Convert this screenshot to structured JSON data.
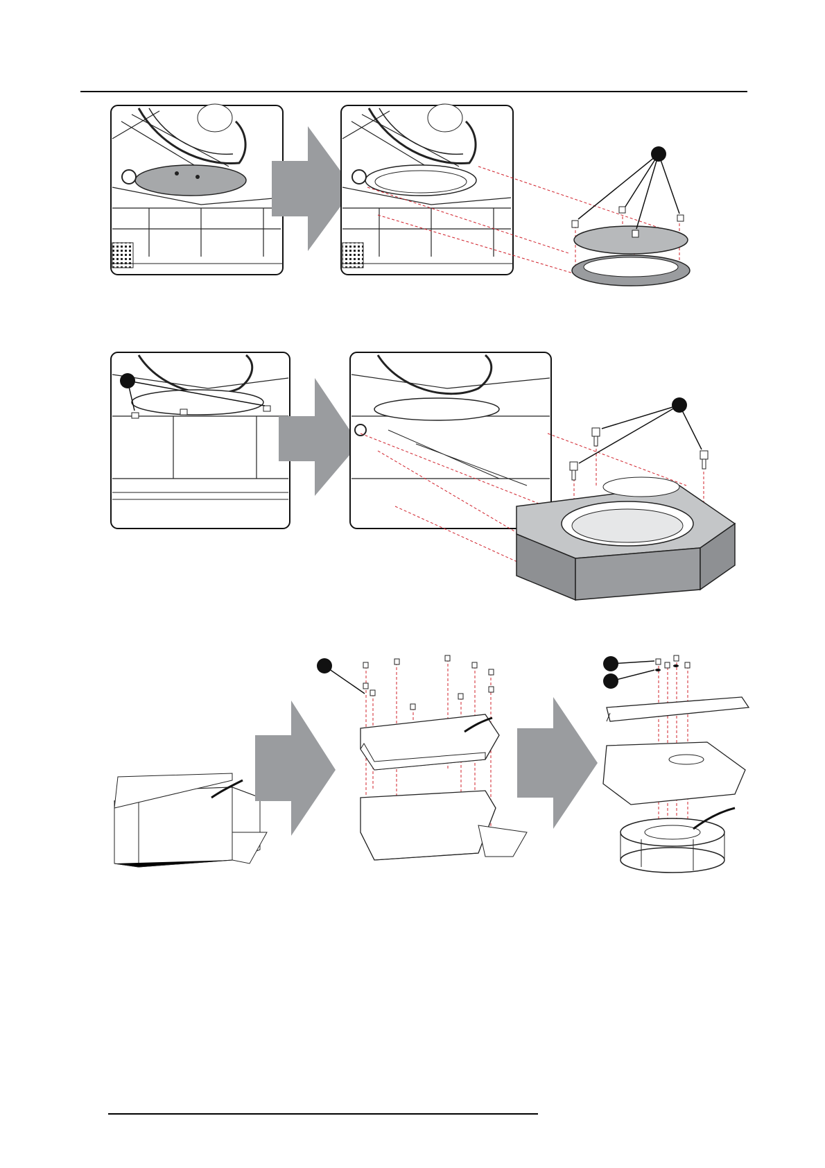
{
  "page": {
    "header_rule": "",
    "footer_rule": ""
  },
  "figures": [
    {
      "id": "step-1",
      "callouts": [
        {
          "shape": "filled-circle",
          "label": ""
        }
      ]
    },
    {
      "id": "step-2",
      "callouts": [
        {
          "shape": "filled-circle",
          "label": ""
        },
        {
          "shape": "filled-circle",
          "label": ""
        }
      ]
    },
    {
      "id": "step-3",
      "callouts": [
        {
          "shape": "filled-circle",
          "label": ""
        },
        {
          "shape": "filled-circle",
          "label": ""
        },
        {
          "shape": "filled-circle",
          "label": ""
        }
      ]
    }
  ],
  "colors": {
    "line": "#1a1a1a",
    "panel_gray": "#9a9c9f",
    "plate_gray": "#b7b9bb",
    "dashed_red": "#d0202a",
    "frame_fill": "#ffffff"
  },
  "icons": [
    "arrow-right-icon",
    "callout-dot-icon",
    "screw-icon"
  ]
}
